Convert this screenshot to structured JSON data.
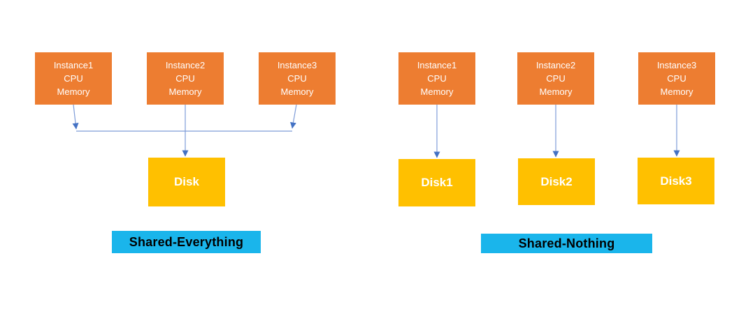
{
  "colors": {
    "instance_fill": "#ED7D31",
    "disk_fill": "#FFC000",
    "caption_bg": "#1AB5EB",
    "caption_text": "#000000",
    "box_text": "#FFFFFF",
    "arrow_line": "#7E9CD8",
    "arrow_head": "#4472C4"
  },
  "left": {
    "caption": "Shared-Everything",
    "instances": [
      {
        "text": "Instance1\nCPU\nMemory"
      },
      {
        "text": "Instance2\nCPU\nMemory"
      },
      {
        "text": "Instance3\nCPU\nMemory"
      }
    ],
    "disk_label": "Disk"
  },
  "right": {
    "caption": "Shared-Nothing",
    "instances": [
      {
        "text": "Instance1\nCPU\nMemory"
      },
      {
        "text": "Instance2\nCPU\nMemory"
      },
      {
        "text": "Instance3\nCPU\nMemory"
      }
    ],
    "disk_labels": [
      "Disk1",
      "Disk2",
      "Disk3"
    ]
  }
}
